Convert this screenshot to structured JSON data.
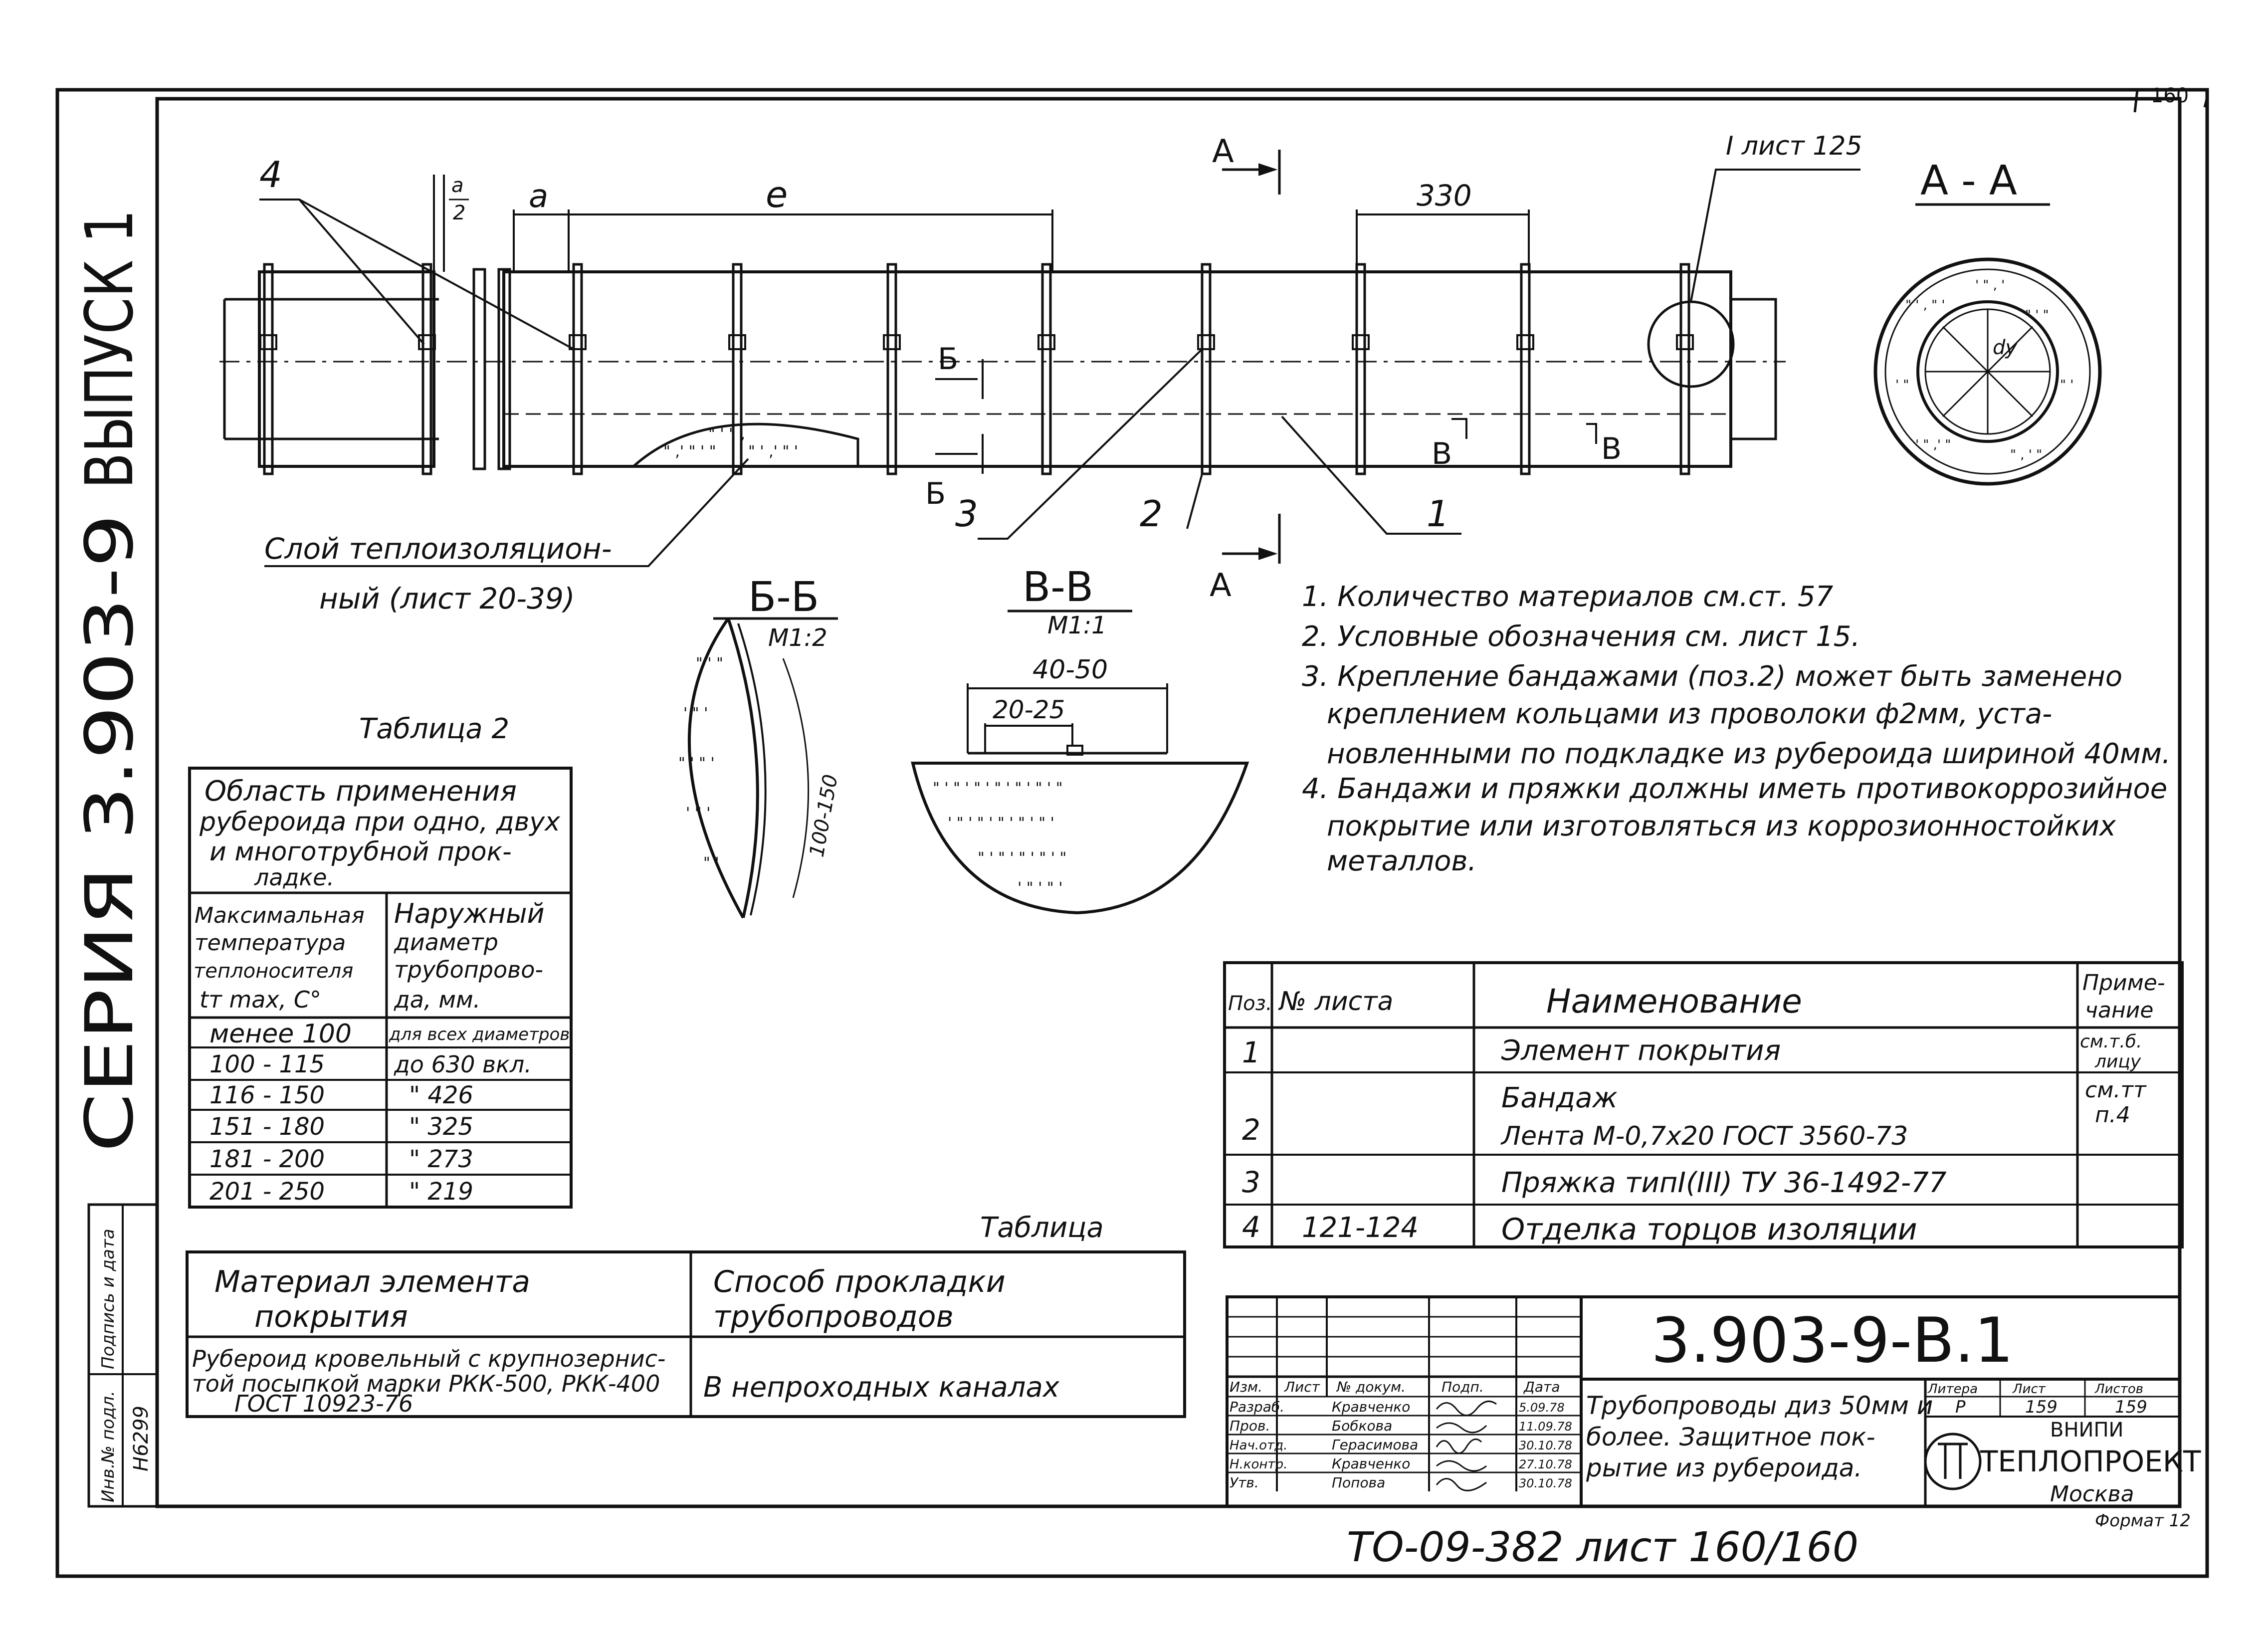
{
  "series_title": {
    "line1": "СЕРИЯ 3.903-9",
    "line2": "ВЫПУСК 1"
  },
  "corner_sheet": "160",
  "callout_detail": "I лист 125",
  "dims": {
    "half_a_num": "a",
    "half_a_den": "2",
    "a": "a",
    "e": "e",
    "d330": "330",
    "d40_50": "40-50",
    "d20_25": "20-25",
    "d100_150": "100-150",
    "dy": "dy"
  },
  "section_marks": {
    "aa": "A",
    "bb": "Б",
    "vv": "В"
  },
  "positions": [
    "1",
    "2",
    "3",
    "4"
  ],
  "insulation_label": {
    "line1": "Слой теплоизоляцион-",
    "line2": "ный (лист 20-39)"
  },
  "sections": {
    "aa_title": "А - А",
    "bb_title": "Б-Б",
    "bb_scale": "М1:2",
    "vv_title": "В-В",
    "vv_scale": "М1:1"
  },
  "notes": [
    "1. Количество материалов см.ст. 57",
    "2. Условные обозначения см. лист 15.",
    "3. Крепление бандажами (поз.2) может быть заменено",
    "креплением кольцами из проволоки ф2мм, уста-",
    "новленными по подкладке из рубероида шириной 40мм.",
    "4. Бандажи и пряжки должны иметь противокоррозийное",
    "покрытие или изготовляться из коррозионностойких",
    "металлов."
  ],
  "table2": {
    "caption": "Таблица 2",
    "header_lines": [
      "Область применения",
      "рубероида при одно, двух",
      "и многотрубной прок-",
      "ладке."
    ],
    "col1_lines": [
      "Максимальная",
      "температура",
      "теплоносителя",
      "tт max, С°"
    ],
    "col2_lines": [
      "Наружный",
      "диаметр",
      "трубопрово-",
      "да, мм."
    ],
    "rows": [
      [
        "менее 100",
        "для всех диаметров"
      ],
      [
        "100 - 115",
        "до 630 вкл."
      ],
      [
        "116 - 150",
        "\" 426"
      ],
      [
        "151 - 180",
        "\" 325"
      ],
      [
        "181 - 200",
        "\" 273"
      ],
      [
        "201 - 250",
        "\" 219"
      ]
    ]
  },
  "table_bottom": {
    "caption": "Таблица",
    "h1_lines": [
      "Материал элемента",
      "покрытия"
    ],
    "h2_lines": [
      "Способ прокладки",
      "трубопроводов"
    ],
    "c1_lines": [
      "Рубероид кровельный с крупнозернис-",
      "той посыпкой марки РКК-500, РКК-400",
      "ГОСТ 10923-76"
    ],
    "c2": "В непроходных каналах"
  },
  "spec": {
    "headers": [
      "Поз.",
      "№ листа",
      "Наименование",
      "Приме-",
      "чание"
    ],
    "rows": [
      {
        "pos": "1",
        "sheet": "",
        "name": [
          "Элемент покрытия"
        ],
        "note": [
          "см.т.б.",
          "лицу"
        ]
      },
      {
        "pos": "2",
        "sheet": "",
        "name": [
          "Бандаж",
          "Лента М-0,7х20 ГОСТ 3560-73"
        ],
        "note": [
          "см.тт",
          "п.4"
        ]
      },
      {
        "pos": "3",
        "sheet": "",
        "name": [
          "Пряжка типI(III) ТУ 36-1492-77"
        ],
        "note": []
      },
      {
        "pos": "4",
        "sheet": "121-124",
        "name": [
          "Отделка торцов изоляции"
        ],
        "note": []
      }
    ]
  },
  "stamp": {
    "code": "3.903-9-В.1",
    "col_heads": [
      "Изм.",
      "Лист",
      "№ докум.",
      "Подп.",
      "Дата"
    ],
    "people": [
      {
        "role": "Разраб.",
        "name": "Кравченко",
        "date": "5.09.78"
      },
      {
        "role": "Пров.",
        "name": "Бобкова",
        "date": "11.09.78"
      },
      {
        "role": "Нач.отд.",
        "name": "Герасимова",
        "date": "30.10.78"
      },
      {
        "role": "Н.контр.",
        "name": "Кравченко",
        "date": "27.10.78"
      },
      {
        "role": "Утв.",
        "name": "Попова",
        "date": "30.10.78"
      }
    ],
    "title_lines": [
      "Трубопроводы диз 50мм и",
      "более. Защитное пок-",
      "рытие из рубероида."
    ],
    "litera_head": "Литера",
    "litera": "Р",
    "sheet_head": "Лист",
    "sheet": "159",
    "sheets_head": "Листов",
    "sheets": "159",
    "org1": "ВНИПИ",
    "org2": "ТЕПЛОПРОЕКТ",
    "org3": "Москва",
    "format": "Формат 12"
  },
  "left_margin": {
    "inv_label": "Инв.№ подл.",
    "inv_value": "Н6299",
    "sign_label": "Подпись и дата"
  },
  "footer": "ТО-09-382 лист 160/160"
}
